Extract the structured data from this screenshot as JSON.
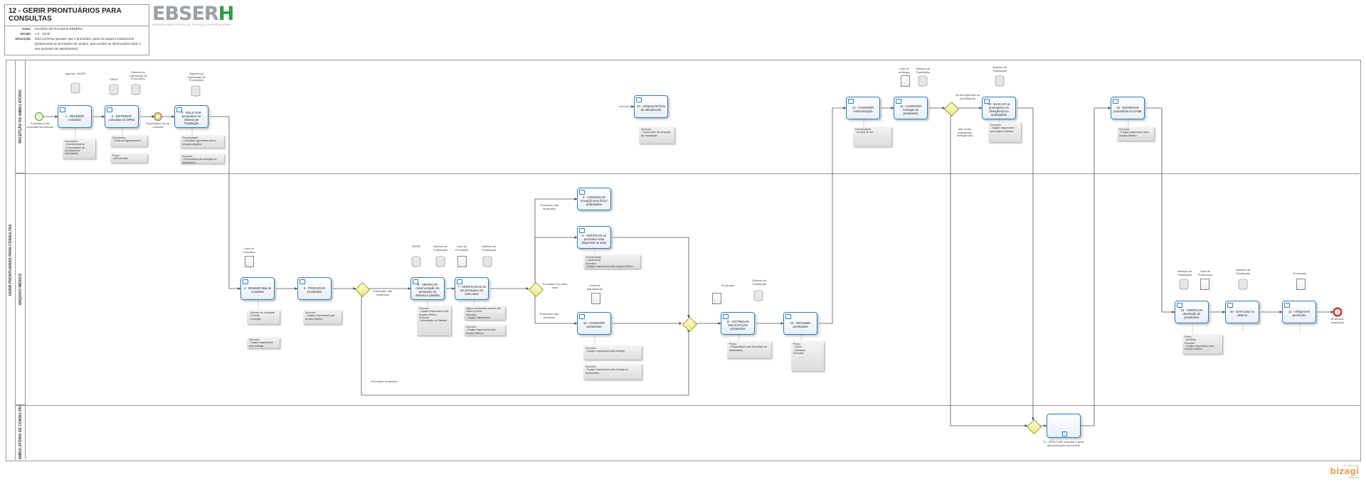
{
  "header": {
    "title": "12 - GERIR PRONTUÁRIOS PARA CONSULTAS",
    "rows": [
      {
        "key": "Autor",
        "value": "Escritório de Processos EBSERH"
      },
      {
        "key": "Versão",
        "value": "1.0 - 10.00"
      },
      {
        "key": "Descrição",
        "value": "Este processo garante que o prontuário, parte do arquivo institucional (pertencente ao prontuário do usuário, que contém as informações sobre o seu processo de atendimento)"
      }
    ]
  },
  "logo": {
    "main": "EBSER",
    "accent": "H",
    "subtitle": "EMPRESA BRASILEIRA DE SERVIÇOS HOSPITALARES"
  },
  "pool": {
    "name": "GERIR PRONTUÁRIOS PARA CONSULTAS"
  },
  "lanes": [
    {
      "name": "RECEPÇÃO DO AMBULATÓRIO"
    },
    {
      "name": "ARQUIVO MÉDICO"
    },
    {
      "name": "AMBULATÓRIO DE CONSULTAS"
    }
  ],
  "tasks": {
    "t1": "1 - RECEBER consultas",
    "t2": "2 - INFORMAR consultas no SIPES",
    "t3": "3 - SOLICITAR prontuários no sistema de Tramitação",
    "t4": "4 - RENDER lista de consultas",
    "t5": "5 - PROCURAR prontuários",
    "t6": "6 - VERIFICAR movimentação do prontuário no sistema e planilha",
    "t7": "7 - VERIFICAR se há um prontuário em outro setor",
    "t8": "8 - COMUNICAR recepção sem ficha / ambulatório",
    "t9": "9 - VERIFICAR se prontuário está disponível no setor",
    "t10": "10 - CONFERIR prontuários",
    "t11": "11 - ENTREGAR SOLICITAÇÃO prontuários",
    "t12": "12 - RECEBER prontuários",
    "t13": "13 - ARQUIVAR ficha de atendimento",
    "t14": "14 - CONFERIR movimentação",
    "t15": "15 - CONFERIR entregas de prontuários",
    "t16": "16 - BUSCAR os prontuários em divergência no ambulatório",
    "t17": "17 - REALIZAR consulta e gerar documentação decorrente",
    "t18": "18 - ENTREGAR prontuários no SAME",
    "t19": "19 - VERIFICAR devolução de prontuários",
    "t20": "20 - DAR baixa no sistema",
    "t21": "21 - ARQUIVAR prontuário"
  },
  "events": {
    "start": "Pacientes para consultas da semana",
    "intermediate": "Expectativa dia da consulta",
    "end": "Prontuário arquivado"
  },
  "artifacts": {
    "a1": "Agenda / SIGES",
    "a2": "SIPES",
    "a3": "Sistema de Tramitação de Prontuários",
    "a4": "Sistema de Tramitação de Prontuários",
    "a5": "Lista de consultas",
    "a6": "SIPES",
    "a7": "Sistema de Tramitação",
    "a8": "Livro de Circulação",
    "a9": "Sistema de Tramitação",
    "a10": "Ficha de atendimento",
    "a11": "Prontuário",
    "a12": "Sistema de Tramitação",
    "a13": "Lista de entregas",
    "a14": "Sistema de Tramitação",
    "a15": "Sistema de Tramitação",
    "a16": "Sistema de Tramitação",
    "a17": "Lista de Prontuários",
    "a18": "Sistema de Tramitação",
    "a19": "Prontuário"
  },
  "notes": {
    "n1": "Executores:\n- Secretária geral\n- Funcionários da Secretaria do Ambulatório",
    "n2": "Executores:\n- Chefe do Agendamento",
    "n3": "Prazo:\n- Até três dias",
    "n4": "Periodicidade:\n- Consultas agendadas para a semana seguinte",
    "n5": "Executor:\n- Funcionários da recepção do ambulatório",
    "n6": "Executor:\n- Funcionário da recepção da Tramitação",
    "n7": "- Número de consultas\n- Período\n- Entregas",
    "n8": "Executor:\n- Equipe responsável pela entrega",
    "n9": "Executor:\n- Equipe responsável pelo Arquivo Médico",
    "n10": "Executor:\n- Equipe responsável pelo Arquivo Médico\nExecutor:\n- Informação no Sistema",
    "n11": "Alguns prontuários podem não estar no setor\nExecutor:\n- Equipe responsável",
    "n12": "Executor:\n- Equipe responsável pelo Arquivo Médico",
    "n13": "Periodicidade:\n- Diariamente\nExecutor:\n- Equipe responsável pelo Arquivo Médico",
    "n14": "Executor:\n- Equipe responsável pela entrega",
    "n15": "Executor:\n- Equipe responsável pela entrega no ambulatório",
    "n16": "Prazo:\n- Responsável pela Secretaria do Ambulatório",
    "n17": "Prazo:\n- Diário\n- Semanal\nExecutor:",
    "n18": "Periodicidade:\n- Ao final do dia",
    "n19": "Executor:\n- Equipe responsável pelo Arquivo Médico",
    "n20": "Executor:\n- Equipe responsável pelo Arquivo Médico",
    "n21": "Prazo:\n- Imediato\nExecutor:\n- Equipe responsável pelo Arquivo Médico"
  },
  "flow_labels": {
    "g1_yes": "Prontuário não localizado",
    "g1_no": "Prontuário localizado",
    "g2_a": "Prontuário não localizado",
    "g2_b": "Prontuário em outro setor",
    "g2_c": "Prontuário não devolvido",
    "g3_yes": "Há divergências no recebimento",
    "g3_no": "Não foram registradas divergências"
  },
  "watermark": {
    "powered": "Powered by",
    "brand": "bizagi",
    "sub": "Modeler"
  }
}
